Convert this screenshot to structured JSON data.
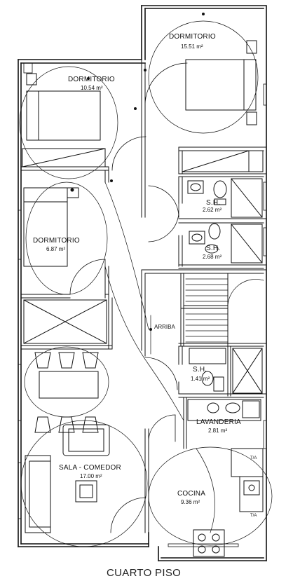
{
  "plan": {
    "title": "CUARTO PISO",
    "rooms": [
      {
        "id": "dormitorio-1",
        "name": "DORMITORIO",
        "area": "15.51 m²"
      },
      {
        "id": "dormitorio-2",
        "name": "DORMITORIO",
        "area": "10.54 m²"
      },
      {
        "id": "dormitorio-3",
        "name": "DORMITORIO",
        "area": "6.87 m²"
      },
      {
        "id": "sh-1",
        "name": "S.H.",
        "area": "2.62 m²"
      },
      {
        "id": "sh-2",
        "name": "S.H.",
        "area": "2.68 m²"
      },
      {
        "id": "sh-3",
        "name": "S.H.",
        "area": "1.41 m²"
      },
      {
        "id": "lavanderia",
        "name": "LAVANDERIA",
        "area": "2.81 m²"
      },
      {
        "id": "sala-comedor",
        "name": "SALA - COMEDOR",
        "area": "17.00 m²"
      },
      {
        "id": "cocina",
        "name": "COCINA",
        "area": "9.36 m²"
      }
    ],
    "stair_label": "ARRIBA",
    "tags": [
      "T/A",
      "T/A"
    ]
  }
}
